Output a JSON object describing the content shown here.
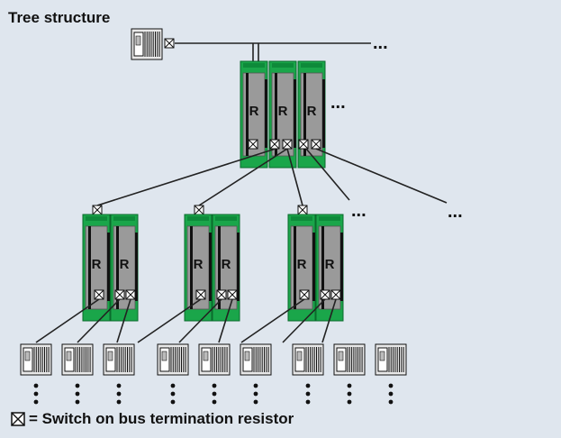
{
  "title": "Tree structure",
  "legend": {
    "icon": "switch-termination-icon",
    "text": "= Switch on bus termination resistor"
  },
  "repeater_label": "R",
  "continuation": "...",
  "colors": {
    "background": "#dfe6ee",
    "module_green": "#1aa64a",
    "module_dark": "#0a6b2c",
    "module_body": "#9a9a9a",
    "line": "#222222"
  }
}
